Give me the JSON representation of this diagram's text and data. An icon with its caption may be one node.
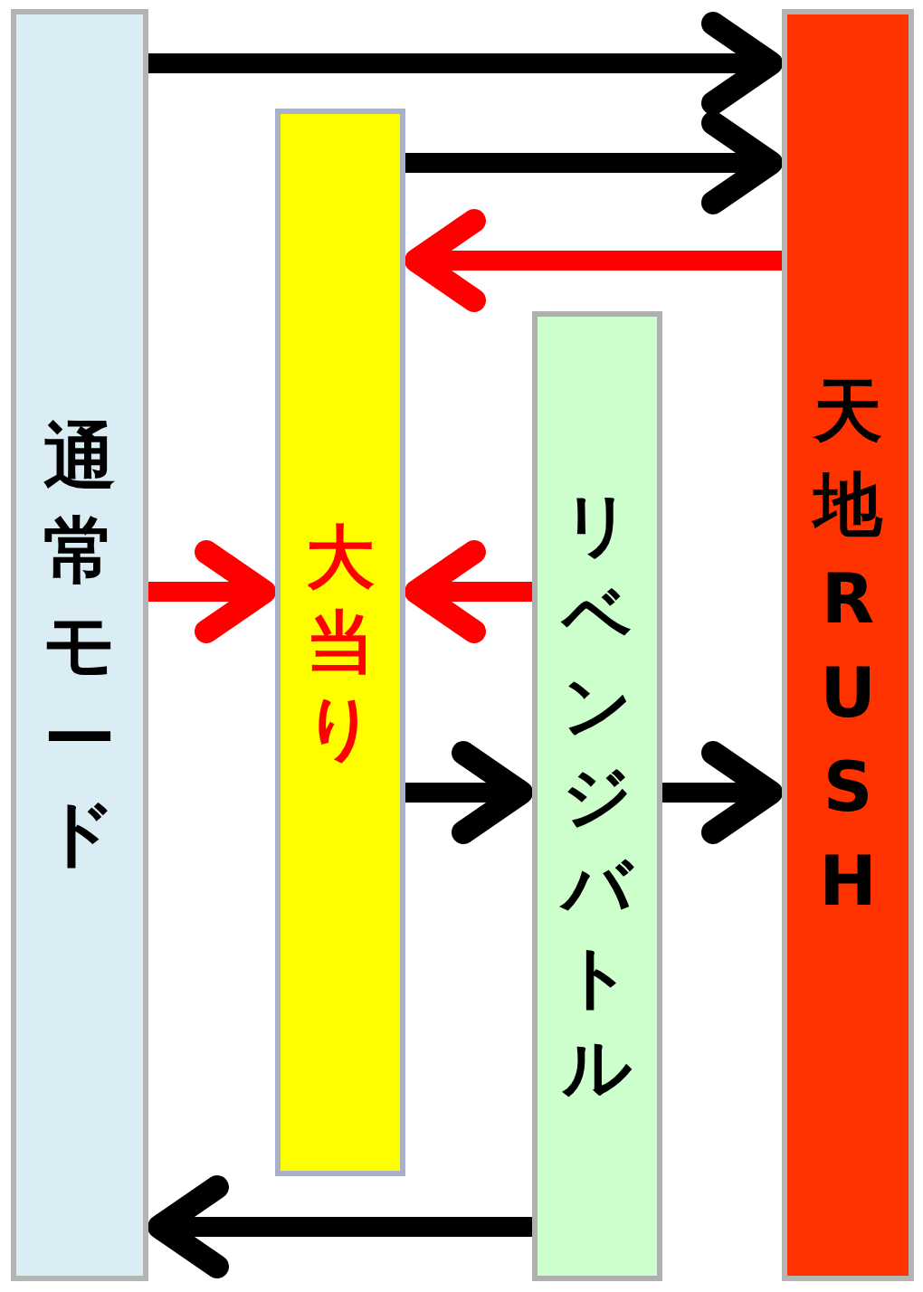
{
  "diagram": {
    "nodes": [
      {
        "text": [
          "通常モード"
        ]
      },
      {
        "text": [
          "大当り"
        ]
      },
      {
        "text": [
          "リベンジバトル"
        ]
      },
      {
        "text": [
          "天地RUSH"
        ]
      }
    ],
    "edges": [
      {
        "from": 0,
        "to": 3,
        "arrow": "to"
      },
      {
        "from": 1,
        "to": 3,
        "arrow": "to"
      },
      {
        "from": 3,
        "to": 1,
        "arrow": "to",
        "color": "#ff0000"
      },
      {
        "from": 0,
        "to": 1,
        "arrow": "to",
        "color": "#ff0000"
      },
      {
        "from": 2,
        "to": 1,
        "arrow": "to",
        "color": "#ff0000"
      },
      {
        "from": 1,
        "to": 2,
        "arrow": "to"
      },
      {
        "from": 2,
        "to": 3,
        "arrow": "to"
      },
      {
        "from": 2,
        "to": 0,
        "arrow": "to"
      }
    ]
  }
}
